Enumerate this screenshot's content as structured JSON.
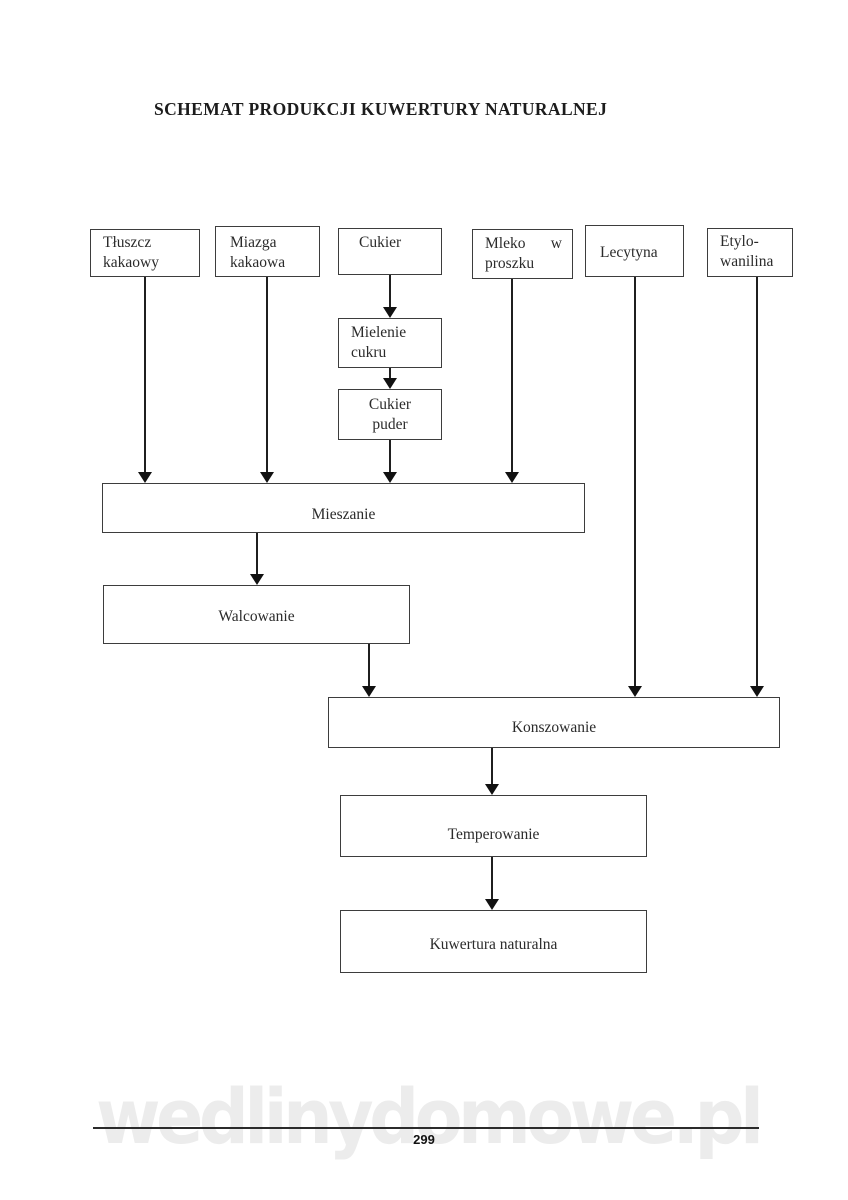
{
  "page": {
    "title": "SCHEMAT PRODUKCJI KUWERTURY NATURALNEJ",
    "page_number": "299",
    "watermark": "wedlinydomowe.pl"
  },
  "flowchart": {
    "nodes": {
      "tluszcz": {
        "label": "Tłuszcz kakaowy",
        "line1": "Tłuszcz",
        "line2": "kakaowy"
      },
      "miazga": {
        "label": "Miazga kakaowa",
        "line1": "Miazga",
        "line2": "kakaowa"
      },
      "cukier": {
        "label": "Cukier"
      },
      "mleko": {
        "label": "Mleko w proszku",
        "word1": "Mleko",
        "word2": "w",
        "line2": "proszku"
      },
      "lecytyna": {
        "label": "Lecytyna"
      },
      "etylo": {
        "label": "Etylo-wanilina",
        "line1": "Etylo-",
        "line2": "wanilina"
      },
      "mielenie": {
        "label": "Mielenie cukru",
        "line1": "Mielenie",
        "line2": "cukru"
      },
      "cukier_puder": {
        "label": "Cukier puder",
        "line1": "Cukier",
        "line2": "puder"
      },
      "mieszanie": {
        "label": "Mieszanie"
      },
      "walcowanie": {
        "label": "Walcowanie"
      },
      "konszowanie": {
        "label": "Konszowanie"
      },
      "temperowanie": {
        "label": "Temperowanie"
      },
      "kuwertura": {
        "label": "Kuwertura naturalna"
      }
    },
    "edges": [
      {
        "from": "tluszcz",
        "to": "mieszanie"
      },
      {
        "from": "miazga",
        "to": "mieszanie"
      },
      {
        "from": "cukier",
        "to": "mielenie"
      },
      {
        "from": "mielenie",
        "to": "cukier_puder"
      },
      {
        "from": "cukier_puder",
        "to": "mieszanie"
      },
      {
        "from": "mleko",
        "to": "mieszanie"
      },
      {
        "from": "lecytyna",
        "to": "konszowanie"
      },
      {
        "from": "etylo",
        "to": "konszowanie"
      },
      {
        "from": "mieszanie",
        "to": "walcowanie"
      },
      {
        "from": "walcowanie",
        "to": "konszowanie"
      },
      {
        "from": "konszowanie",
        "to": "temperowanie"
      },
      {
        "from": "temperowanie",
        "to": "kuwertura"
      }
    ],
    "colors": {
      "line": "#1f1f1f",
      "box_border": "#3d3d3d",
      "text": "#2b2b2b",
      "watermark": "#ececec"
    }
  }
}
